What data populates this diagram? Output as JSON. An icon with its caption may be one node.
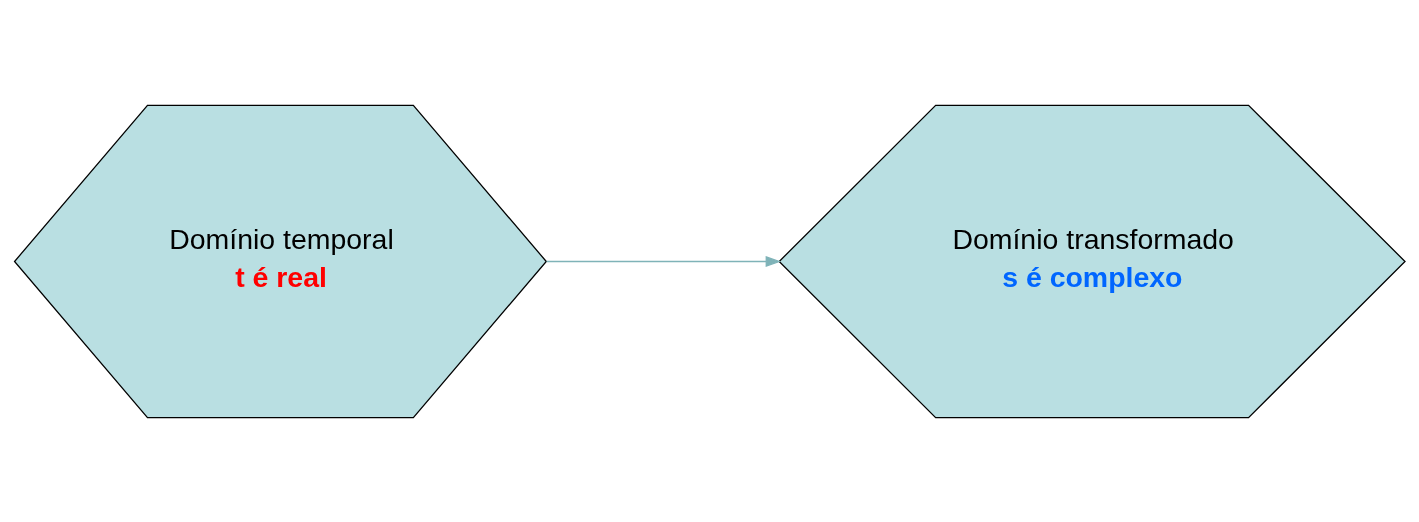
{
  "diagram": {
    "nodes": [
      {
        "text": [
          "Domínio temporal",
          "t é real"
        ]
      },
      {
        "text": [
          "Domínio transformado",
          "s é complexo"
        ]
      }
    ],
    "edges": [
      {
        "from": 0,
        "to": 1,
        "arrow": "to"
      }
    ]
  }
}
